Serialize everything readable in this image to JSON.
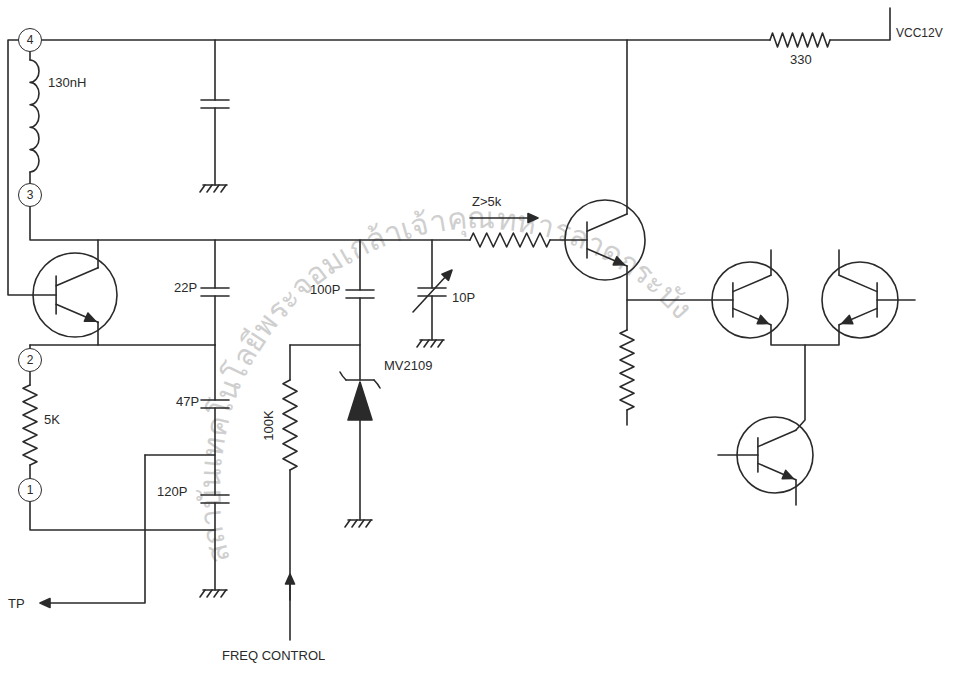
{
  "diagram": {
    "nodes": [
      {
        "text": [
          "4"
        ]
      },
      {
        "text": [
          "3"
        ]
      },
      {
        "text": [
          "2"
        ]
      },
      {
        "text": [
          "1"
        ]
      }
    ],
    "labels": [
      "130nH",
      "VCC12V",
      "330",
      "Z>5k",
      "22P",
      "100P",
      "10P",
      "47P",
      "5K",
      "120P",
      "100K",
      "MV2109",
      "TP",
      "FREQ CONTROL",
      "สถาบันเทคโนโลยีพระจอมเกล้าเจ้าคุณทหารลาดกระบัง"
    ]
  }
}
